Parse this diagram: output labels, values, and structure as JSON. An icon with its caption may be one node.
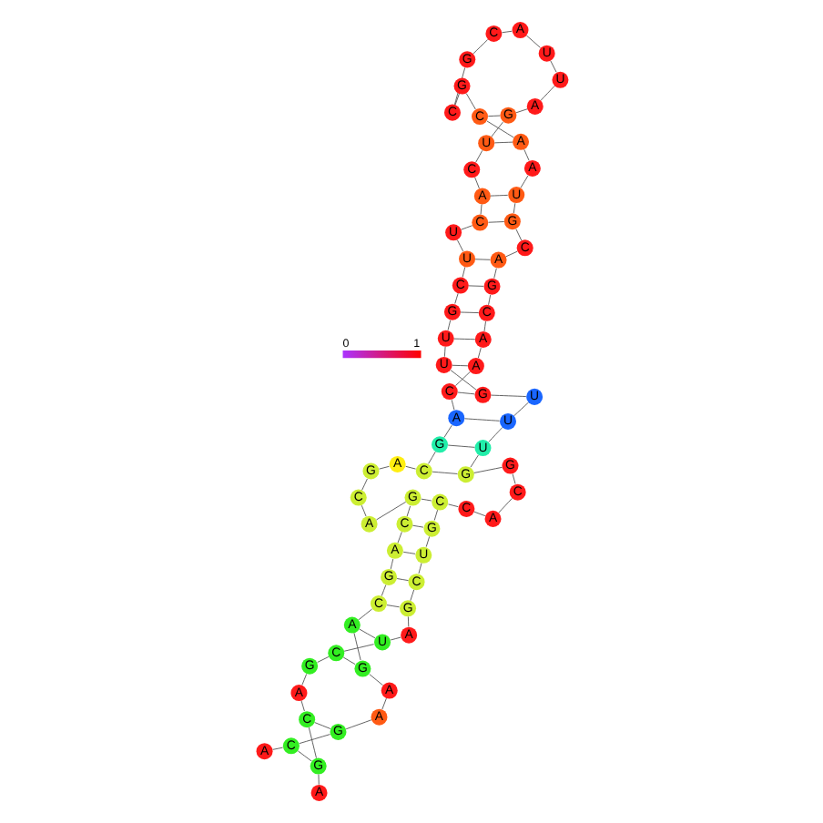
{
  "diagram": {
    "nodes": [
      {
        "text": [
          "A"
        ]
      },
      {
        "text": [
          "G"
        ]
      },
      {
        "text": [
          "C"
        ]
      },
      {
        "text": [
          "A"
        ]
      },
      {
        "text": [
          "G"
        ]
      },
      {
        "text": [
          "C"
        ]
      },
      {
        "text": [
          "U"
        ]
      },
      {
        "text": [
          "A"
        ]
      },
      {
        "text": [
          "G"
        ]
      },
      {
        "text": [
          "C"
        ]
      },
      {
        "text": [
          "U"
        ]
      },
      {
        "text": [
          "G"
        ]
      },
      {
        "text": [
          "C"
        ]
      },
      {
        "text": [
          "C"
        ]
      },
      {
        "text": [
          "A"
        ]
      },
      {
        "text": [
          "C"
        ]
      },
      {
        "text": [
          "G"
        ]
      },
      {
        "text": [
          "G"
        ]
      },
      {
        "text": [
          "U"
        ]
      },
      {
        "text": [
          "U"
        ]
      },
      {
        "text": [
          "U"
        ]
      },
      {
        "text": [
          "G"
        ]
      },
      {
        "text": [
          "U"
        ]
      },
      {
        "text": [
          "U"
        ]
      },
      {
        "text": [
          "G"
        ]
      },
      {
        "text": [
          "C"
        ]
      },
      {
        "text": [
          "U"
        ]
      },
      {
        "text": [
          "U"
        ]
      },
      {
        "text": [
          "C"
        ]
      },
      {
        "text": [
          "A"
        ]
      },
      {
        "text": [
          "C"
        ]
      },
      {
        "text": [
          "U"
        ]
      },
      {
        "text": [
          "G"
        ]
      },
      {
        "text": [
          "A"
        ]
      },
      {
        "text": [
          "U"
        ]
      },
      {
        "text": [
          "U"
        ]
      },
      {
        "text": [
          "A"
        ]
      },
      {
        "text": [
          "C"
        ]
      },
      {
        "text": [
          "G"
        ]
      },
      {
        "text": [
          "C"
        ]
      },
      {
        "text": [
          "G"
        ]
      },
      {
        "text": [
          "C"
        ]
      },
      {
        "text": [
          "A"
        ]
      },
      {
        "text": [
          "A"
        ]
      },
      {
        "text": [
          "U"
        ]
      },
      {
        "text": [
          "G"
        ]
      },
      {
        "text": [
          "C"
        ]
      },
      {
        "text": [
          "A"
        ]
      },
      {
        "text": [
          "G"
        ]
      },
      {
        "text": [
          "C"
        ]
      },
      {
        "text": [
          "A"
        ]
      },
      {
        "text": [
          "A"
        ]
      },
      {
        "text": [
          "C"
        ]
      },
      {
        "text": [
          "A"
        ]
      },
      {
        "text": [
          "G"
        ]
      },
      {
        "text": [
          "C"
        ]
      },
      {
        "text": [
          "A"
        ]
      },
      {
        "text": [
          "G"
        ]
      },
      {
        "text": [
          "C"
        ]
      },
      {
        "text": [
          "A"
        ]
      },
      {
        "text": [
          "G"
        ]
      },
      {
        "text": [
          "C"
        ]
      },
      {
        "text": [
          "A"
        ]
      },
      {
        "text": [
          "G"
        ]
      },
      {
        "text": [
          "C"
        ]
      },
      {
        "text": [
          "A"
        ]
      },
      {
        "text": [
          "G"
        ]
      },
      {
        "text": [
          "A"
        ]
      },
      {
        "text": [
          "A"
        ]
      },
      {
        "text": [
          "G"
        ]
      },
      {
        "text": [
          "C"
        ]
      },
      {
        "text": [
          "A"
        ]
      }
    ],
    "edges": [
      {
        "from": 0,
        "to": 1,
        "arrow": "none"
      },
      {
        "from": 1,
        "to": 2,
        "arrow": "none"
      },
      {
        "from": 2,
        "to": 3,
        "arrow": "none"
      },
      {
        "from": 3,
        "to": 4,
        "arrow": "none"
      },
      {
        "from": 4,
        "to": 5,
        "arrow": "none"
      },
      {
        "from": 5,
        "to": 6,
        "arrow": "none"
      },
      {
        "from": 6,
        "to": 7,
        "arrow": "none"
      },
      {
        "from": 7,
        "to": 8,
        "arrow": "none"
      },
      {
        "from": 8,
        "to": 9,
        "arrow": "none"
      },
      {
        "from": 9,
        "to": 10,
        "arrow": "none"
      },
      {
        "from": 10,
        "to": 11,
        "arrow": "none"
      },
      {
        "from": 11,
        "to": 12,
        "arrow": "none"
      },
      {
        "from": 12,
        "to": 13,
        "arrow": "none"
      },
      {
        "from": 13,
        "to": 14,
        "arrow": "none"
      },
      {
        "from": 14,
        "to": 15,
        "arrow": "none"
      },
      {
        "from": 15,
        "to": 16,
        "arrow": "none"
      },
      {
        "from": 16,
        "to": 17,
        "arrow": "none"
      },
      {
        "from": 17,
        "to": 18,
        "arrow": "none"
      },
      {
        "from": 18,
        "to": 19,
        "arrow": "none"
      },
      {
        "from": 19,
        "to": 20,
        "arrow": "none"
      },
      {
        "from": 20,
        "to": 21,
        "arrow": "none"
      },
      {
        "from": 21,
        "to": 22,
        "arrow": "none"
      },
      {
        "from": 22,
        "to": 23,
        "arrow": "none"
      },
      {
        "from": 23,
        "to": 24,
        "arrow": "none"
      },
      {
        "from": 24,
        "to": 25,
        "arrow": "none"
      },
      {
        "from": 25,
        "to": 26,
        "arrow": "none"
      },
      {
        "from": 26,
        "to": 27,
        "arrow": "none"
      },
      {
        "from": 27,
        "to": 28,
        "arrow": "none"
      },
      {
        "from": 28,
        "to": 29,
        "arrow": "none"
      },
      {
        "from": 29,
        "to": 30,
        "arrow": "none"
      },
      {
        "from": 30,
        "to": 31,
        "arrow": "none"
      },
      {
        "from": 31,
        "to": 32,
        "arrow": "none"
      },
      {
        "from": 32,
        "to": 33,
        "arrow": "none"
      },
      {
        "from": 33,
        "to": 34,
        "arrow": "none"
      },
      {
        "from": 34,
        "to": 35,
        "arrow": "none"
      },
      {
        "from": 35,
        "to": 36,
        "arrow": "none"
      },
      {
        "from": 36,
        "to": 37,
        "arrow": "none"
      },
      {
        "from": 37,
        "to": 38,
        "arrow": "none"
      },
      {
        "from": 38,
        "to": 39,
        "arrow": "none"
      },
      {
        "from": 39,
        "to": 40,
        "arrow": "none"
      },
      {
        "from": 40,
        "to": 41,
        "arrow": "none"
      },
      {
        "from": 41,
        "to": 42,
        "arrow": "none"
      },
      {
        "from": 42,
        "to": 43,
        "arrow": "none"
      },
      {
        "from": 43,
        "to": 44,
        "arrow": "none"
      },
      {
        "from": 44,
        "to": 45,
        "arrow": "none"
      },
      {
        "from": 45,
        "to": 46,
        "arrow": "none"
      },
      {
        "from": 46,
        "to": 47,
        "arrow": "none"
      },
      {
        "from": 47,
        "to": 48,
        "arrow": "none"
      },
      {
        "from": 48,
        "to": 49,
        "arrow": "none"
      },
      {
        "from": 49,
        "to": 50,
        "arrow": "none"
      },
      {
        "from": 50,
        "to": 51,
        "arrow": "none"
      },
      {
        "from": 51,
        "to": 52,
        "arrow": "none"
      },
      {
        "from": 52,
        "to": 53,
        "arrow": "none"
      },
      {
        "from": 53,
        "to": 54,
        "arrow": "none"
      },
      {
        "from": 54,
        "to": 55,
        "arrow": "none"
      },
      {
        "from": 55,
        "to": 56,
        "arrow": "none"
      },
      {
        "from": 56,
        "to": 57,
        "arrow": "none"
      },
      {
        "from": 57,
        "to": 58,
        "arrow": "none"
      },
      {
        "from": 58,
        "to": 59,
        "arrow": "none"
      },
      {
        "from": 59,
        "to": 60,
        "arrow": "none"
      },
      {
        "from": 60,
        "to": 61,
        "arrow": "none"
      },
      {
        "from": 61,
        "to": 62,
        "arrow": "none"
      },
      {
        "from": 62,
        "to": 63,
        "arrow": "none"
      },
      {
        "from": 63,
        "to": 64,
        "arrow": "none"
      },
      {
        "from": 64,
        "to": 65,
        "arrow": "none"
      },
      {
        "from": 65,
        "to": 66,
        "arrow": "none"
      },
      {
        "from": 66,
        "to": 67,
        "arrow": "none"
      },
      {
        "from": 67,
        "to": 68,
        "arrow": "none"
      },
      {
        "from": 68,
        "to": 69,
        "arrow": "none"
      },
      {
        "from": 69,
        "to": 70,
        "arrow": "none"
      },
      {
        "from": 70,
        "to": 71,
        "arrow": "none"
      },
      {
        "from": 1,
        "to": 70,
        "arrow": "none"
      },
      {
        "from": 2,
        "to": 69,
        "arrow": "none"
      },
      {
        "from": 5,
        "to": 66,
        "arrow": "none"
      },
      {
        "from": 6,
        "to": 65,
        "arrow": "none"
      },
      {
        "from": 8,
        "to": 64,
        "arrow": "none"
      },
      {
        "from": 9,
        "to": 63,
        "arrow": "none"
      },
      {
        "from": 10,
        "to": 62,
        "arrow": "none"
      },
      {
        "from": 11,
        "to": 61,
        "arrow": "none"
      },
      {
        "from": 12,
        "to": 60,
        "arrow": "none"
      },
      {
        "from": 17,
        "to": 55,
        "arrow": "none"
      },
      {
        "from": 18,
        "to": 54,
        "arrow": "none"
      },
      {
        "from": 19,
        "to": 53,
        "arrow": "none"
      },
      {
        "from": 21,
        "to": 52,
        "arrow": "none"
      },
      {
        "from": 22,
        "to": 51,
        "arrow": "none"
      },
      {
        "from": 23,
        "to": 50,
        "arrow": "none"
      },
      {
        "from": 24,
        "to": 49,
        "arrow": "none"
      },
      {
        "from": 25,
        "to": 48,
        "arrow": "none"
      },
      {
        "from": 26,
        "to": 47,
        "arrow": "none"
      },
      {
        "from": 28,
        "to": 45,
        "arrow": "none"
      },
      {
        "from": 29,
        "to": 44,
        "arrow": "none"
      },
      {
        "from": 31,
        "to": 42,
        "arrow": "none"
      },
      {
        "from": 32,
        "to": 41,
        "arrow": "none"
      }
    ],
    "labels": [
      "0",
      "1"
    ]
  }
}
